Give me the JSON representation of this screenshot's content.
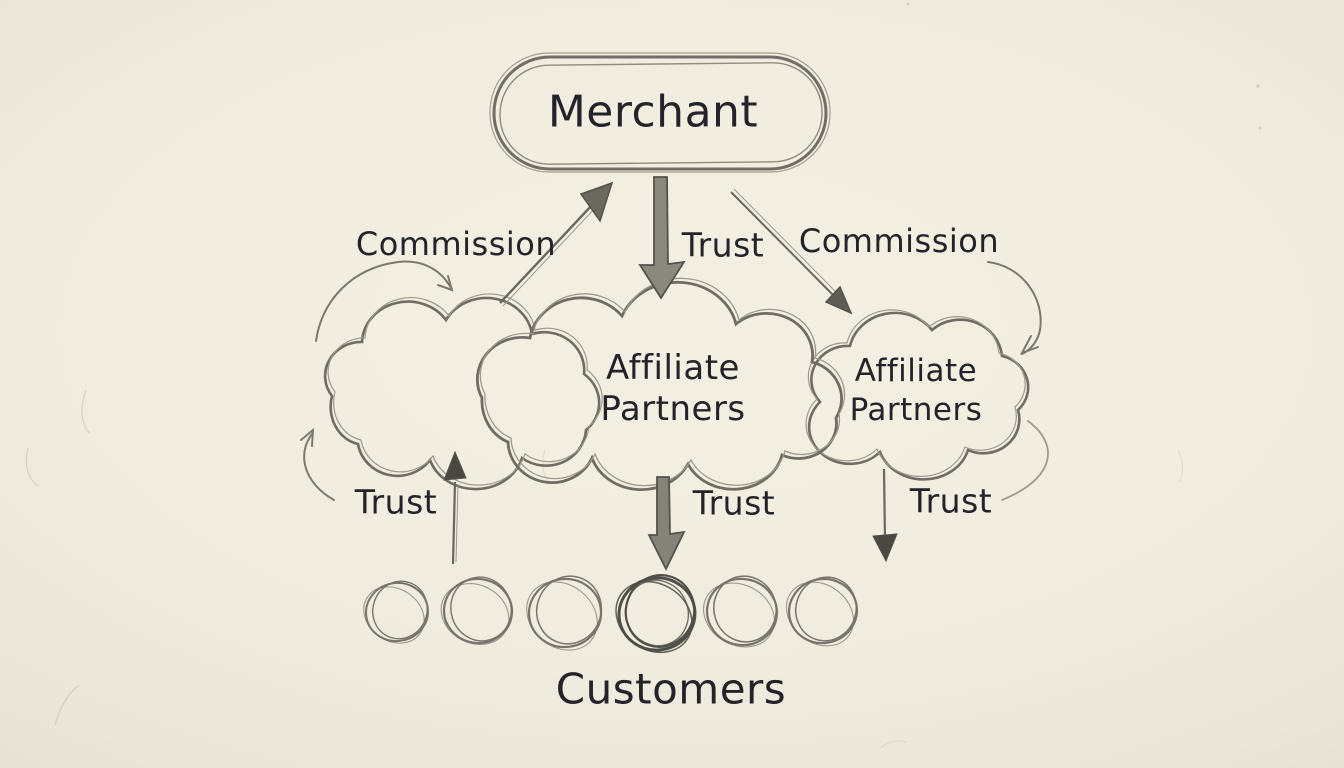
{
  "palette": {
    "paper": "#f1ede0",
    "paper_edge": "#d0cdc2",
    "ink_text": "#242329",
    "pencil_stroke": "#6f6c63",
    "pencil_light": "#9d998c",
    "thick_arrow_fill": "#8b887d",
    "arrowhead_dark": "#4a4842"
  },
  "nodes": {
    "merchant": {
      "label": "Merchant"
    },
    "affiliate_middle": {
      "line1": "Affiliate",
      "line2": "Partners"
    },
    "affiliate_right": {
      "line1": "Affiliate",
      "line2": "Partners"
    },
    "customers": {
      "label": "Customers",
      "circle_count": 6
    }
  },
  "edge_labels": {
    "commission_left": "Commission",
    "trust_top": "Trust",
    "commission_right": "Commission",
    "trust_bottom_left": "Trust",
    "trust_bottom_middle": "Trust",
    "trust_bottom_right": "Trust"
  }
}
